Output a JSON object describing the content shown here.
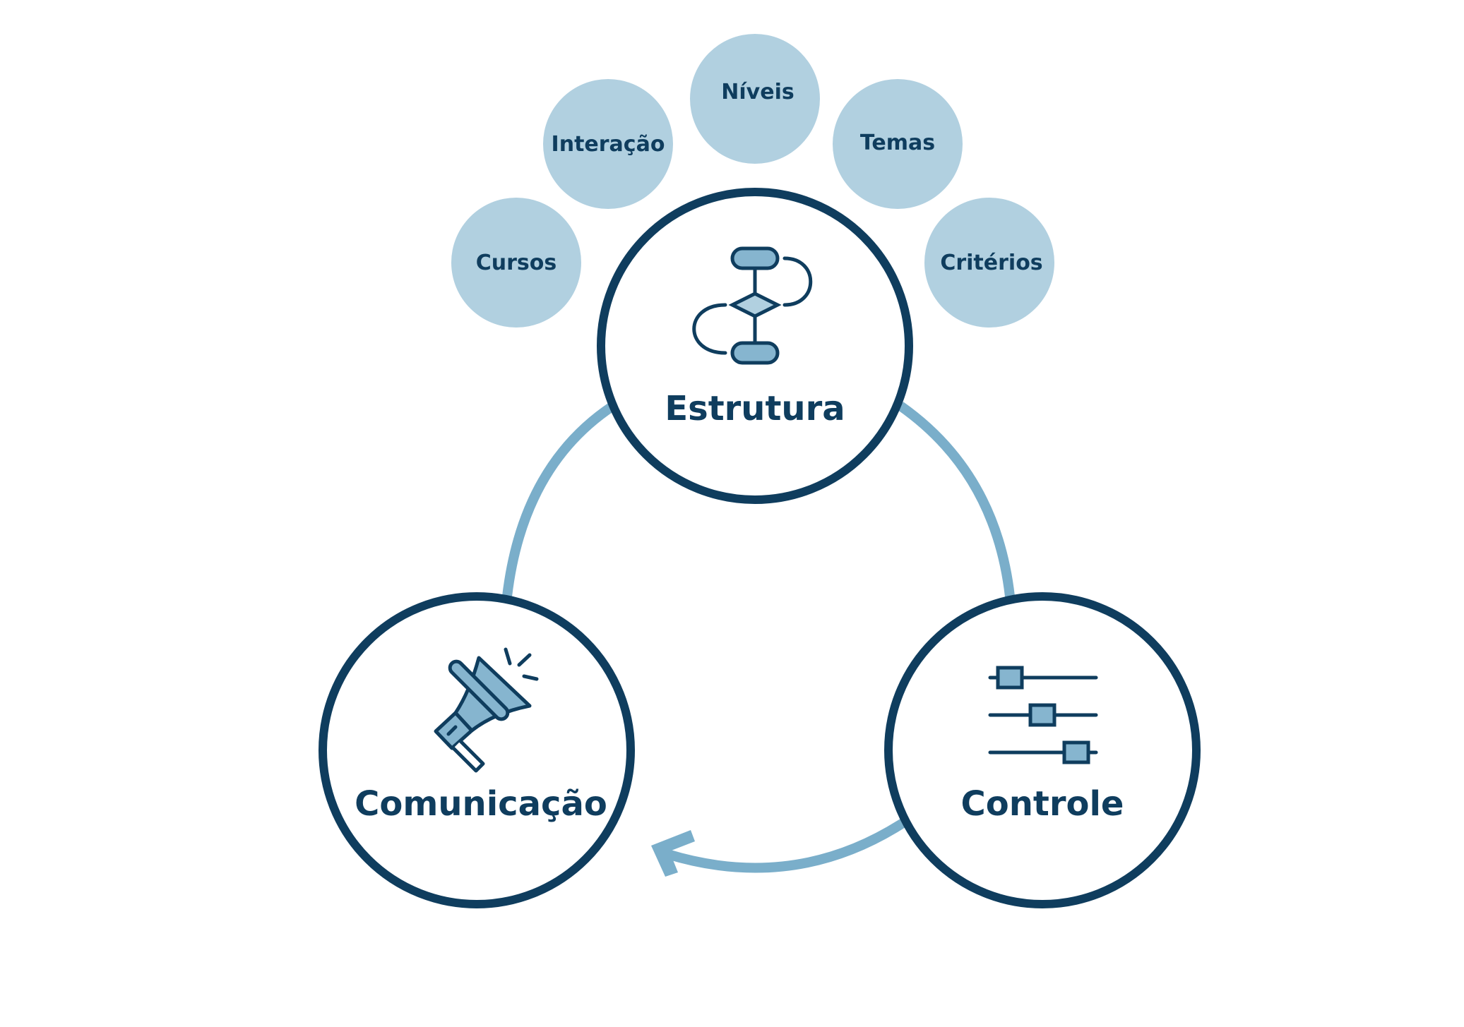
{
  "colors": {
    "dark": "#0f3d5e",
    "ring": "#7aaeca",
    "bubble": "#b1d0e0",
    "icon_fill": "#86b5cf",
    "background": "#ffffff"
  },
  "nodes": {
    "estrutura": {
      "label": "Estrutura",
      "icon": "flowchart-icon"
    },
    "comunicacao": {
      "label": "Comunicação",
      "icon": "megaphone-icon"
    },
    "controle": {
      "label": "Controle",
      "icon": "sliders-icon"
    }
  },
  "subtopics": [
    "Cursos",
    "Interação",
    "Níveis",
    "Temas",
    "Critérios"
  ],
  "edges": [
    {
      "from": "comunicacao",
      "to": "estrutura"
    },
    {
      "from": "estrutura",
      "to": "controle"
    },
    {
      "from": "controle",
      "to": "comunicacao",
      "arrow": true
    }
  ]
}
